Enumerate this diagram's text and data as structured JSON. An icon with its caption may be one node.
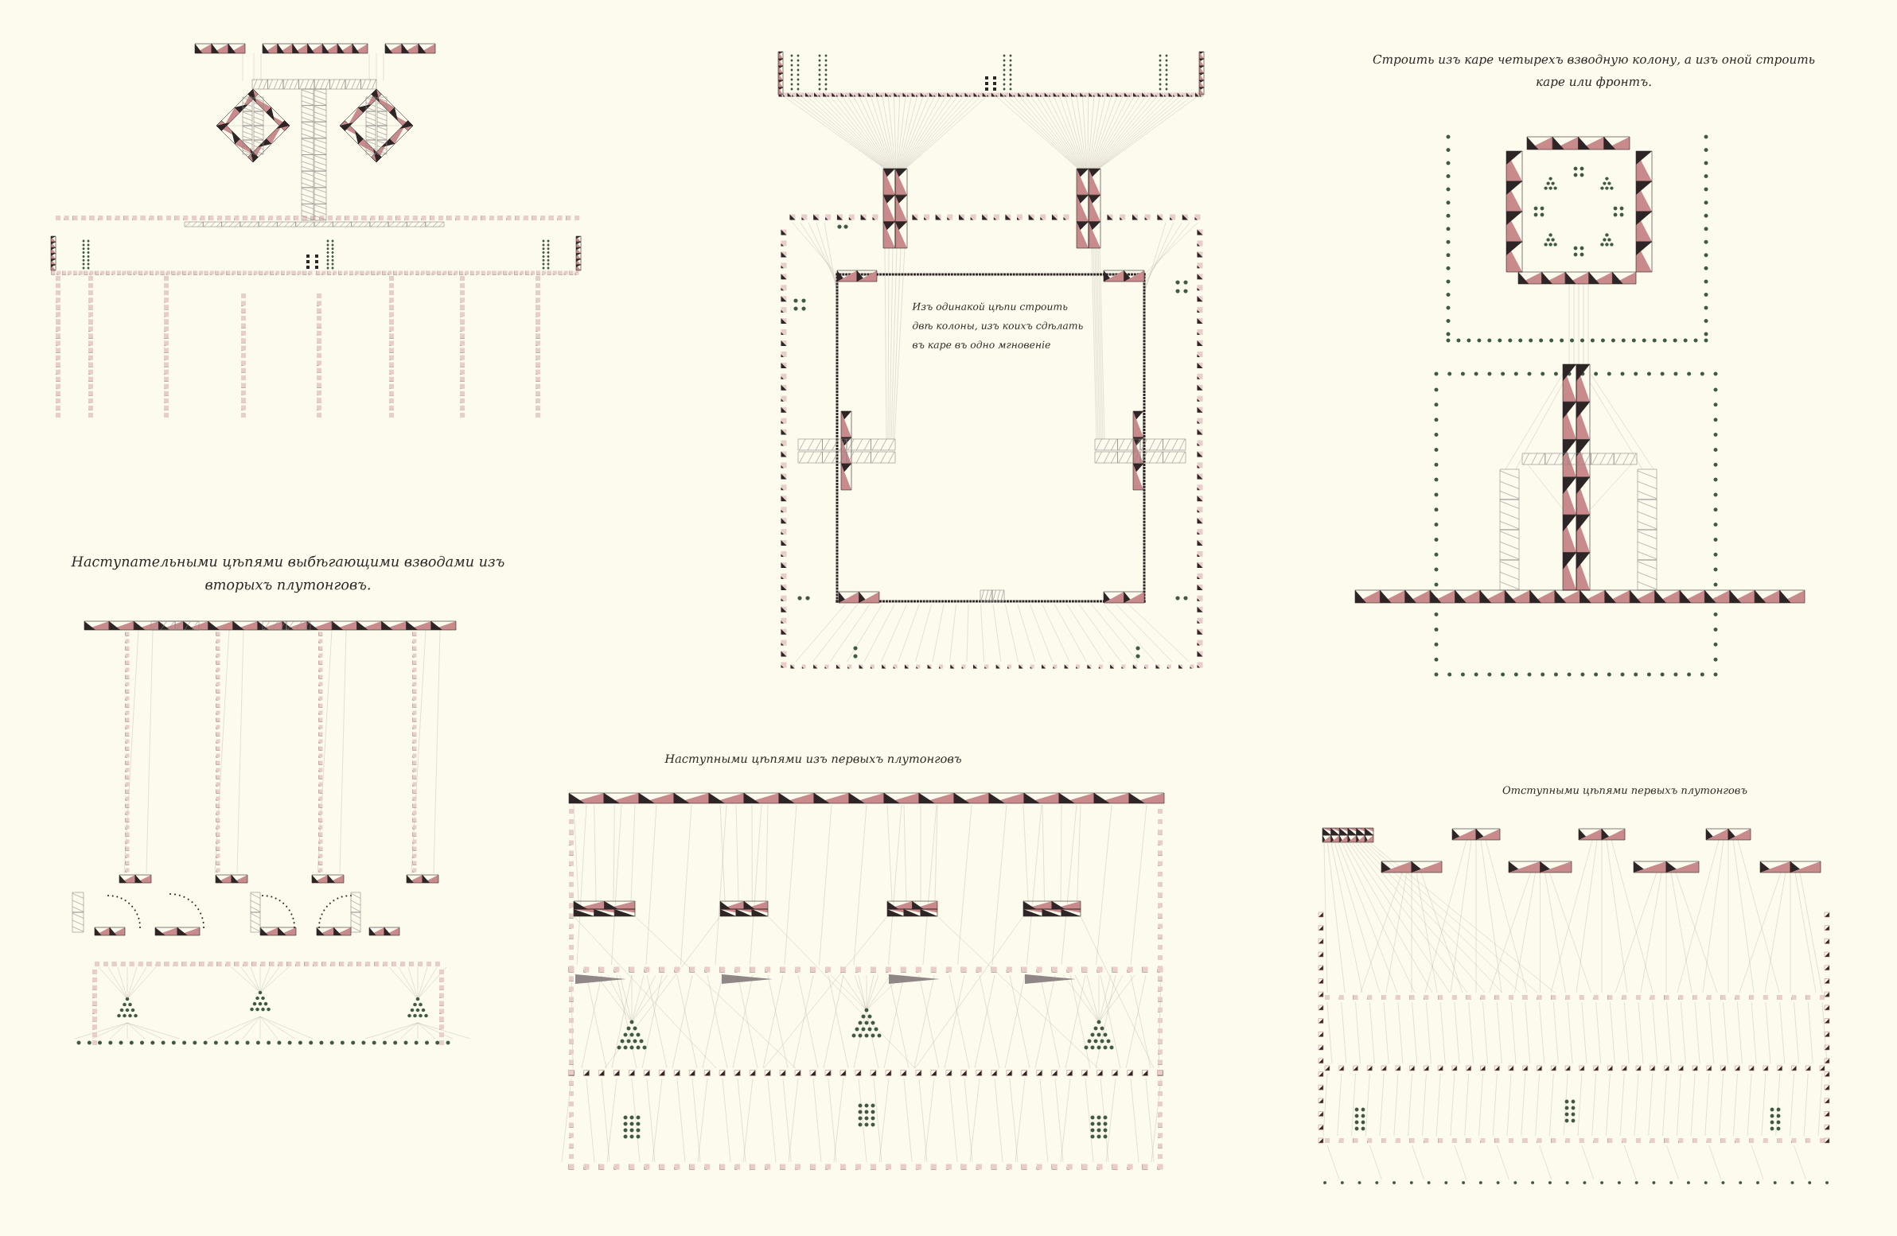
{
  "diagram": {
    "labels": [
      "Изъ одинакой цѣпи строить двѣ колоны, изъ коихъ сдѣлать въ каре въ одно мгновеніе",
      "Строить изъ каре четырехъ взводную колону, а изъ оной строить каре или фронтъ.",
      "Наступательными цѣпями выбѣгающими взводами изъ вторыхъ плутонговъ.",
      "Наступными цѣпями изъ первыхъ плутонговъ",
      "Отступными цѣпями первыхъ плутонговъ"
    ]
  }
}
